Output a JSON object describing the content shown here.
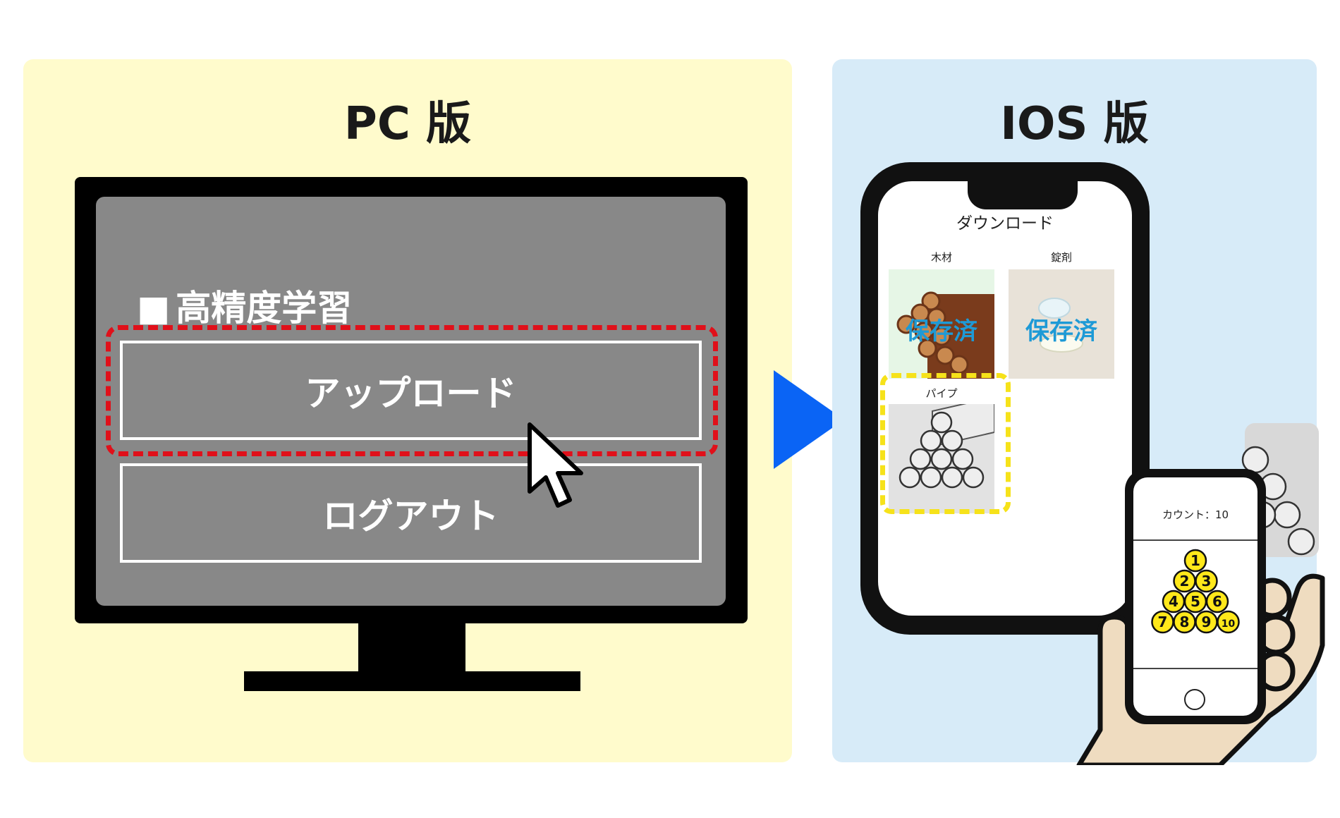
{
  "pc_panel": {
    "title": "PC 版",
    "background": "#fffbcc"
  },
  "ios_panel": {
    "title": "IOS 版",
    "background": "#d7ebf8"
  },
  "pc_screen": {
    "heading_marker": "■",
    "heading": "高精度学習",
    "upload_label": "アップロード",
    "logout_label": "ログアウト",
    "highlight_color": "#e0101a"
  },
  "arrow": {
    "color": "#0a64f5"
  },
  "ios_screen": {
    "title": "ダウンロード",
    "tiles": [
      {
        "label": "木材",
        "status": "保存済"
      },
      {
        "label": "錠剤",
        "status": "保存済"
      },
      {
        "label": "パイプ",
        "status": ""
      }
    ],
    "highlight_color": "#f6e21a"
  },
  "handheld": {
    "count_label": "カウント：10",
    "counter_numbers": [
      "1",
      "2",
      "3",
      "4",
      "5",
      "6",
      "7",
      "8",
      "9",
      "10"
    ],
    "marker_color": "#ffe81a"
  }
}
